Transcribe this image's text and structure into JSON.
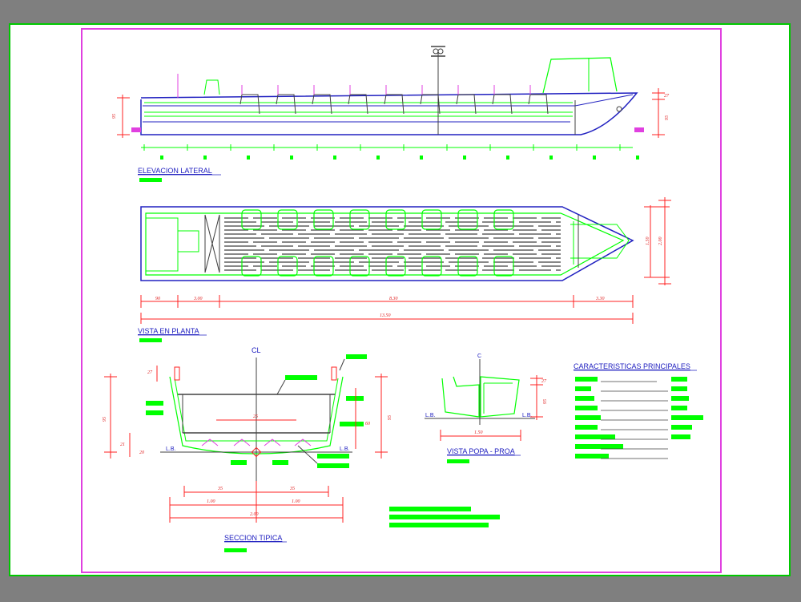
{
  "titles": {
    "elevation": "ELEVACION LATERAL",
    "plan": "VISTA EN PLANTA",
    "section": "SECCION TIPICA",
    "stern_bow": "VISTA POPA - PROA",
    "characteristics": "CARACTERISTICAS PRINCIPALES"
  },
  "marks": {
    "centerline": "CL",
    "stern_c": "C",
    "lb_left": "L.B.",
    "lb_right": "L.B."
  },
  "dimensions": {
    "elev_height": "95",
    "elev_top": "27",
    "elev_right": "95",
    "plan_1": "90",
    "plan_2": "3.00",
    "plan_3": "8.30",
    "plan_4": "3.30",
    "plan_total": "13.50",
    "plan_beam_in": "1.50",
    "plan_beam_out": "2.00",
    "sec_top": "27",
    "sec_left": "95",
    "sec_mid": "25",
    "sec_low": "21",
    "sec_low2": "20",
    "sec_right": "60",
    "sec_right2": "95",
    "sec_b1": "35",
    "sec_b2": "35",
    "sec_h1": "1.00",
    "sec_h2": "1.00",
    "sec_total": "2.00",
    "sb_top": "27",
    "sb_side": "95",
    "sb_bottom": "1.50"
  },
  "colors": {
    "green": "#00ff00",
    "red": "#ff2020",
    "blue": "#2020c0",
    "magenta": "#e040e0",
    "gray": "#404040"
  }
}
